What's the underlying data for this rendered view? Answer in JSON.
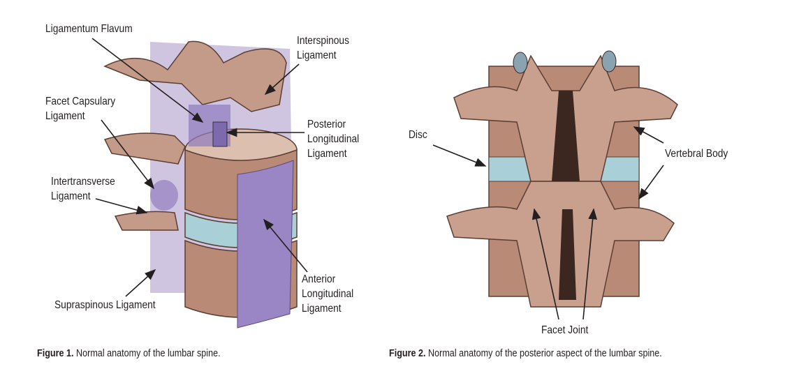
{
  "figure1": {
    "labels": {
      "ligamentum_flavum": "Ligamentum Flavum",
      "interspinous": [
        "Interspinous",
        "Ligament"
      ],
      "facet_capsulary": [
        "Facet Capsulary",
        "Ligament"
      ],
      "posterior_longitudinal": [
        "Posterior",
        "Longitudinal",
        "Ligament"
      ],
      "intertransverse": [
        "Intertransverse",
        "Ligament"
      ],
      "supraspinous": "Supraspinous Ligament",
      "anterior_longitudinal": [
        "Anterior",
        "Longitudinal",
        "Ligament"
      ]
    },
    "caption_bold": "Figure 1.",
    "caption_text": " Normal anatomy of the lumbar spine."
  },
  "figure2": {
    "labels": {
      "disc": "Disc",
      "vertebral_body": "Vertebral Body",
      "facet_joint": "Facet Joint"
    },
    "caption_bold": "Figure 2.",
    "caption_text": " Normal anatomy of the posterior aspect of the lumbar spine."
  },
  "colors": {
    "bone": "#c9a08e",
    "ligament": "#9a86c4",
    "disc": "#a9d0d6",
    "text": "#231f20"
  }
}
